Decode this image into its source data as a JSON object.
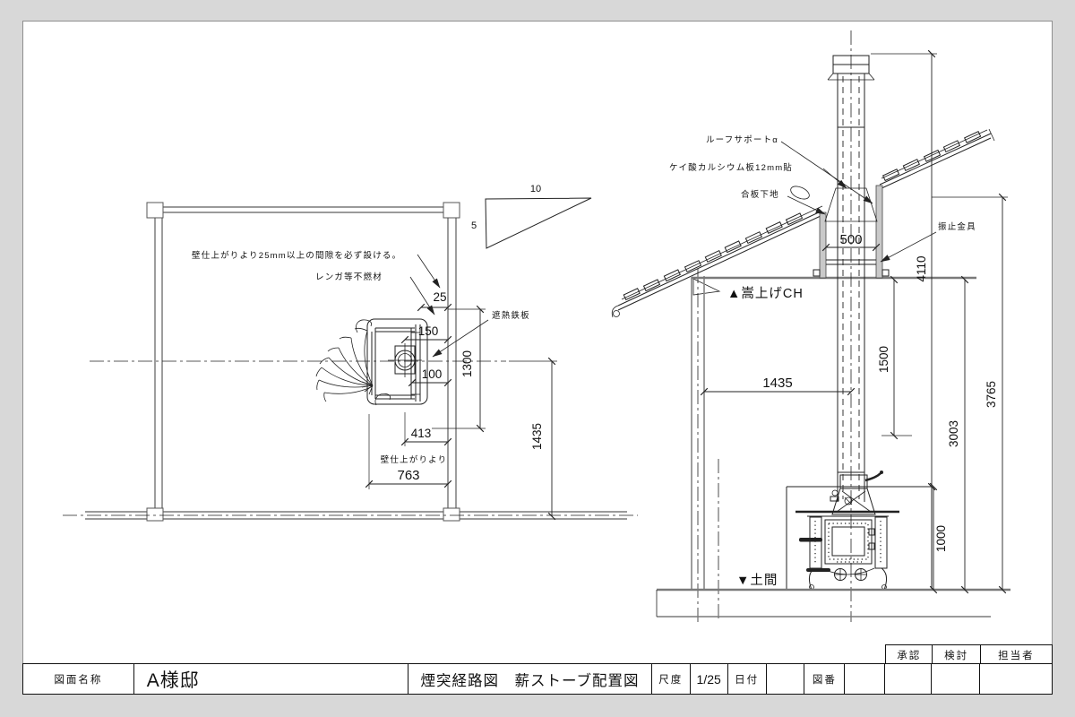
{
  "colors": {
    "page_bg": "#d8d8d8",
    "sheet_bg": "#ffffff",
    "line": "#222222",
    "wall_poche": "#8c8c8c"
  },
  "title_block": {
    "name_label": "図面名称",
    "name_value": "A様邸",
    "drawing_title": "煙突経路図　薪ストーブ配置図",
    "scale_label": "尺度",
    "scale_value": "1/25",
    "date_label": "日付",
    "date_value": "",
    "number_label": "図番",
    "number_value": "",
    "approval_label": "承認",
    "review_label": "検討",
    "person_label": "担当者"
  },
  "plan_view": {
    "notes": {
      "wall_gap": "壁仕上がりより25mm以上の間隙を必ず設ける。",
      "noncombustible": "レンガ等不燃材",
      "heat_shield": "遮熱鉄板",
      "from_wall_finish": "壁仕上がりより"
    },
    "dims": {
      "gap": "25",
      "d150": "150",
      "d100": "100",
      "d1300": "1300",
      "d413": "413",
      "d763": "763",
      "d1435": "1435"
    },
    "slope": {
      "run": "10",
      "rise": "5"
    }
  },
  "section_view": {
    "labels": {
      "roof_support": "ルーフサポートα",
      "calcium_silicate_board": "ケイ酸カルシウム板12mm貼",
      "plywood_base": "合板下地",
      "sway_brace": "振止金具",
      "ceiling_level": "▲嵩上げCH",
      "floor_level": "▼土間"
    },
    "dims": {
      "d500": "500",
      "d4110": "4110",
      "d1500": "1500",
      "d1435": "1435",
      "d3003": "3003",
      "d3765": "3765",
      "d1000": "1000"
    }
  }
}
